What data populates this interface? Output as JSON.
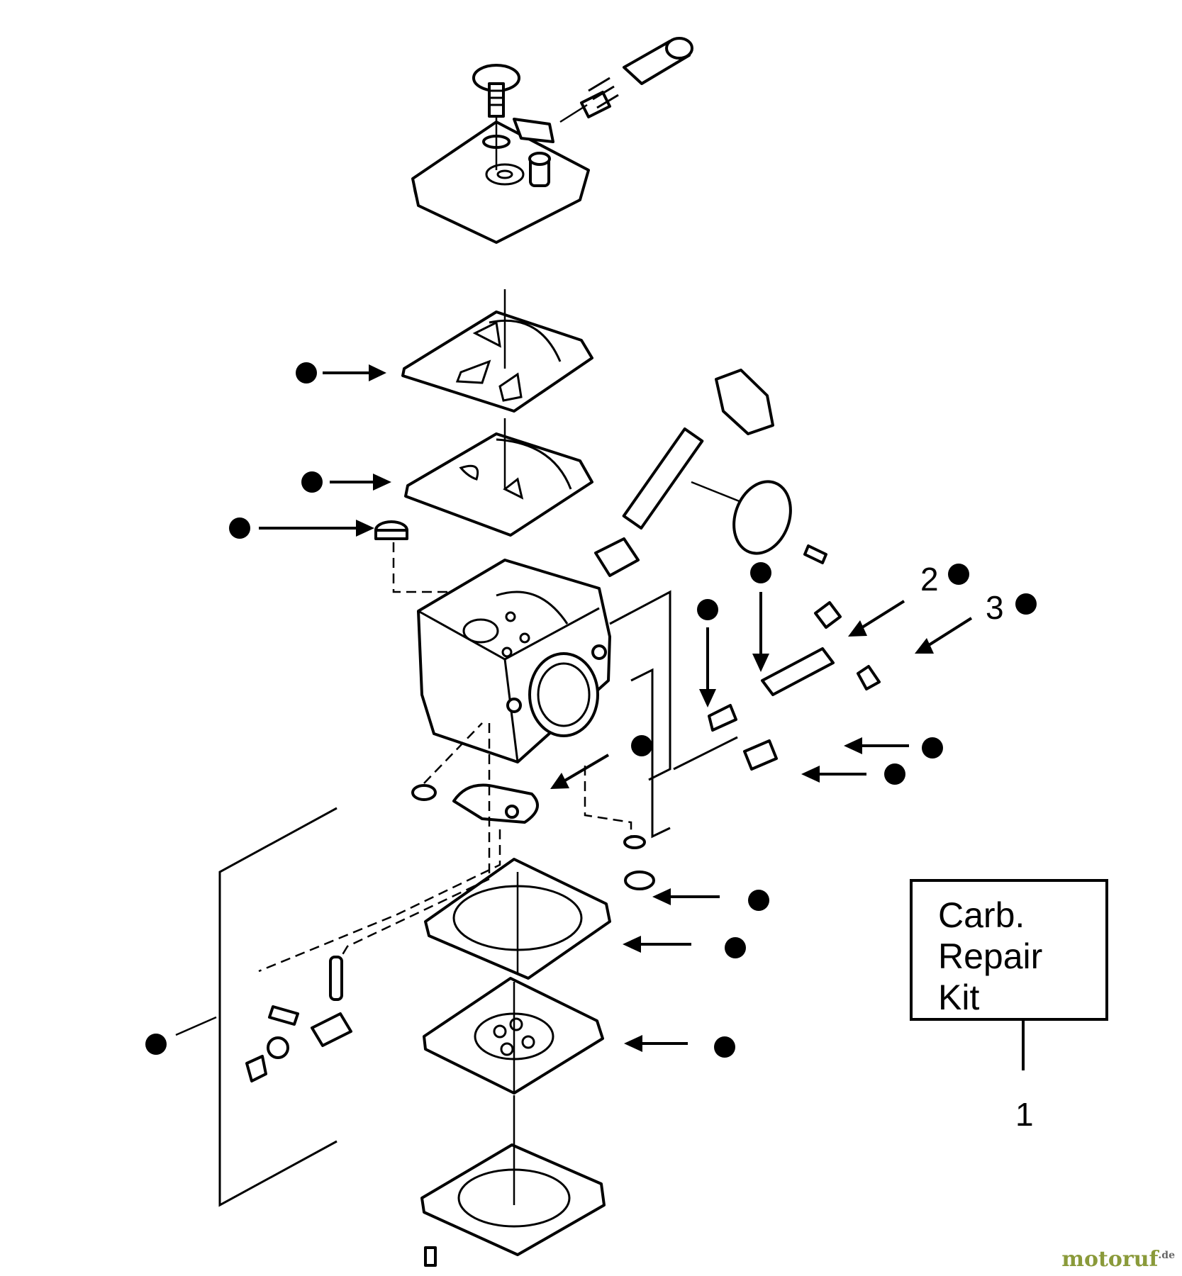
{
  "kit": {
    "line1": "Carb.",
    "line2": "Repair",
    "line3": "Kit",
    "number": "1"
  },
  "callouts": {
    "item2": "2",
    "item3": "3"
  },
  "watermark": {
    "brand": "motoruf",
    "suffix": ".de"
  }
}
